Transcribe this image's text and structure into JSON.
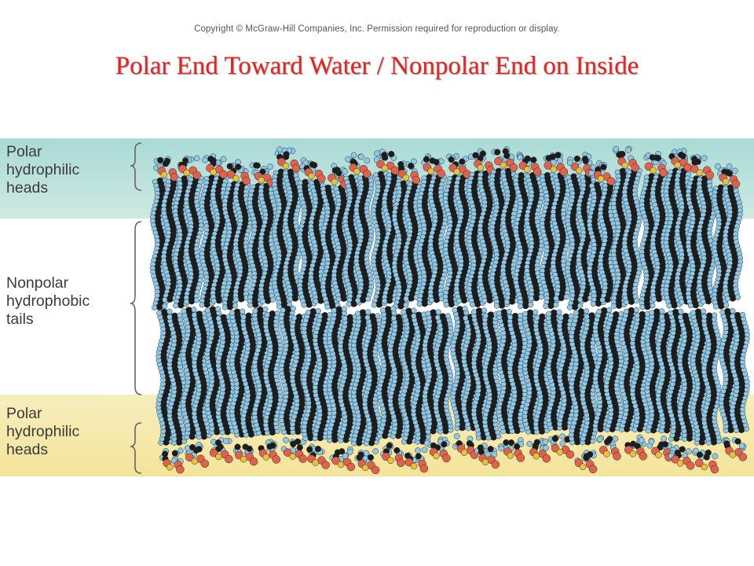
{
  "copyright": "Copyright © McGraw-Hill Companies, Inc. Permission required for reproduction or display.",
  "title": "Polar End Toward Water / Nonpolar End on Inside",
  "labels": {
    "top_heads": "Polar\nhydrophilic\nheads",
    "tails": "Nonpolar\nhydrophobic\ntails",
    "bottom_heads": "Polar\nhydrophilic\nheads"
  },
  "colors": {
    "title": "#e8231f",
    "water_top": "#a9dbd7",
    "water_bottom": "#f3e49a",
    "carbon": "#1c1c1c",
    "hydrogen": "#8fc9e8",
    "oxygen": "#e0624a",
    "phosphorus": "#e8c23a"
  }
}
